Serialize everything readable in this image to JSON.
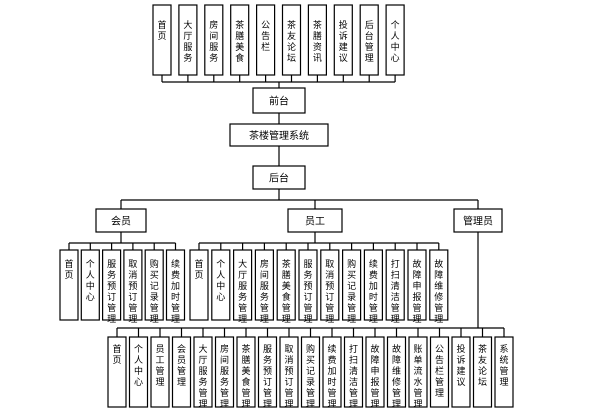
{
  "front_row": [
    "首页",
    "大厅服务",
    "房间服务",
    "茶膳美食",
    "公告栏",
    "茶友论坛",
    "茶膳资讯",
    "投诉建议",
    "后台管理",
    "个人中心"
  ],
  "front_node": "前台",
  "system_node": "茶楼管理系统",
  "back_node": "后台",
  "roles": {
    "member": "会员",
    "staff": "员工",
    "admin": "管理员"
  },
  "member_items": [
    "首页",
    "个人中心",
    "服务预订管理",
    "取消预订管理",
    "购买记录管理",
    "续费加时管理"
  ],
  "staff_items": [
    "首页",
    "个人中心",
    "大厅服务管理",
    "房间服务管理",
    "茶膳美食管理",
    "服务预订管理",
    "取消预订管理",
    "购买记录管理",
    "续费加时管理",
    "打扫清洁管理",
    "故障申报管理",
    "故障维修管理"
  ],
  "admin_items": [
    "首页",
    "个人中心",
    "员工管理",
    "会员管理",
    "大厅服务管理",
    "房间服务管理",
    "茶膳美食管理",
    "服务预订管理",
    "取消预订管理",
    "购买记录管理",
    "续费加时管理",
    "打扫清洁管理",
    "故障申报管理",
    "故障维修管理",
    "账单流水管理",
    "公告栏管理",
    "投诉建议",
    "茶友论坛",
    "系统管理"
  ]
}
